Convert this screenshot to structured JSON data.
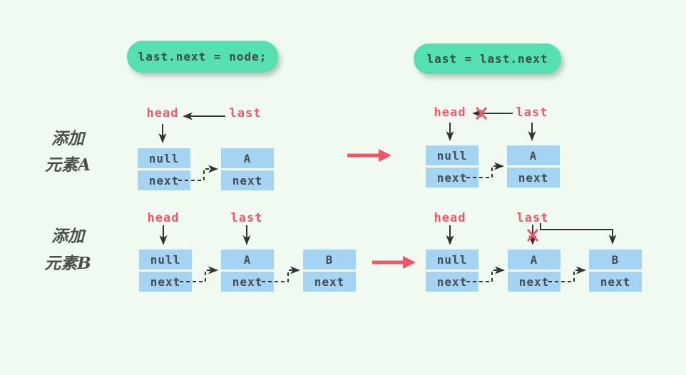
{
  "colors": {
    "background": "#f0faf1",
    "pill_bg": "#55dfb2",
    "pill_text": "#3c4c49",
    "node_bg": "#a4d4f2",
    "node_text": "#454c55",
    "pointer_label": "#f2566b",
    "cross": "#f2566b",
    "arrow": "#333333",
    "transform_arrow": "#f25666",
    "caption_text": "#4b4f4b"
  },
  "code_snippets": {
    "left": "last.next = node;",
    "right": "last = last.next"
  },
  "icons": {
    "transform_arrow": "right-arrow-icon",
    "invalid_pointer": "red-cross-icon"
  },
  "rows": [
    {
      "caption": [
        "添加",
        "元素A"
      ],
      "before": {
        "pointers": {
          "head": "head",
          "last": "last"
        },
        "nodes": [
          {
            "value": "null",
            "pointer": "next"
          },
          {
            "value": "A",
            "pointer": "next"
          }
        ]
      },
      "after": {
        "pointers": {
          "head": "head",
          "last": "last"
        },
        "nodes": [
          {
            "value": "null",
            "pointer": "next"
          },
          {
            "value": "A",
            "pointer": "next"
          }
        ]
      }
    },
    {
      "caption": [
        "添加",
        "元素B"
      ],
      "before": {
        "pointers": {
          "head": "head",
          "last": "last"
        },
        "nodes": [
          {
            "value": "null",
            "pointer": "next"
          },
          {
            "value": "A",
            "pointer": "next"
          },
          {
            "value": "B",
            "pointer": "next"
          }
        ]
      },
      "after": {
        "pointers": {
          "head": "head",
          "last": "last"
        },
        "nodes": [
          {
            "value": "null",
            "pointer": "next"
          },
          {
            "value": "A",
            "pointer": "next"
          },
          {
            "value": "B",
            "pointer": "next"
          }
        ]
      }
    }
  ]
}
